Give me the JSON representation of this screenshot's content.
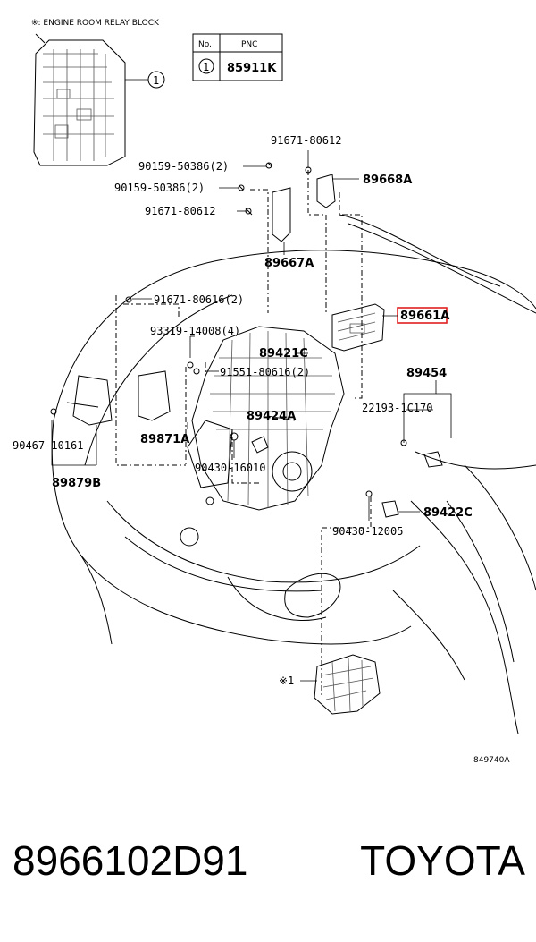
{
  "header": {
    "relay_title": "※: ENGINE ROOM RELAY BLOCK",
    "table_col_no": "No.",
    "table_col_pnc": "PNC",
    "table_row_no": "1",
    "table_row_pnc": "85911K"
  },
  "labels": {
    "p91671_80612_a": "91671-80612",
    "p90159_a": "90159-50386(2)",
    "p90159_b": "90159-50386(2)",
    "p89668a": "89668A",
    "p91671_80612_b": "91671-80612",
    "p89667a": "89667A",
    "p91671_80616": "91671-80616(2)",
    "p89661a": "89661A",
    "p93319": "93319-14008(4)",
    "p89421c": "89421C",
    "p89454": "89454",
    "p91551": "91551-80616(2)",
    "p22193": "22193-1C170",
    "p89424a": "89424A",
    "p89871a": "89871A",
    "p90467": "90467-10161",
    "p90430_16010": "90430-16010",
    "p89879b": "89879B",
    "p89422c": "89422C",
    "p90430_12005": "90430-12005",
    "relay_marker": "※1",
    "callout_1": "1",
    "diagram_code": "849740A"
  },
  "highlight_color": "#e02020",
  "footer": {
    "part_number": "8966102D91",
    "manufacturer": "TOYOTA"
  }
}
